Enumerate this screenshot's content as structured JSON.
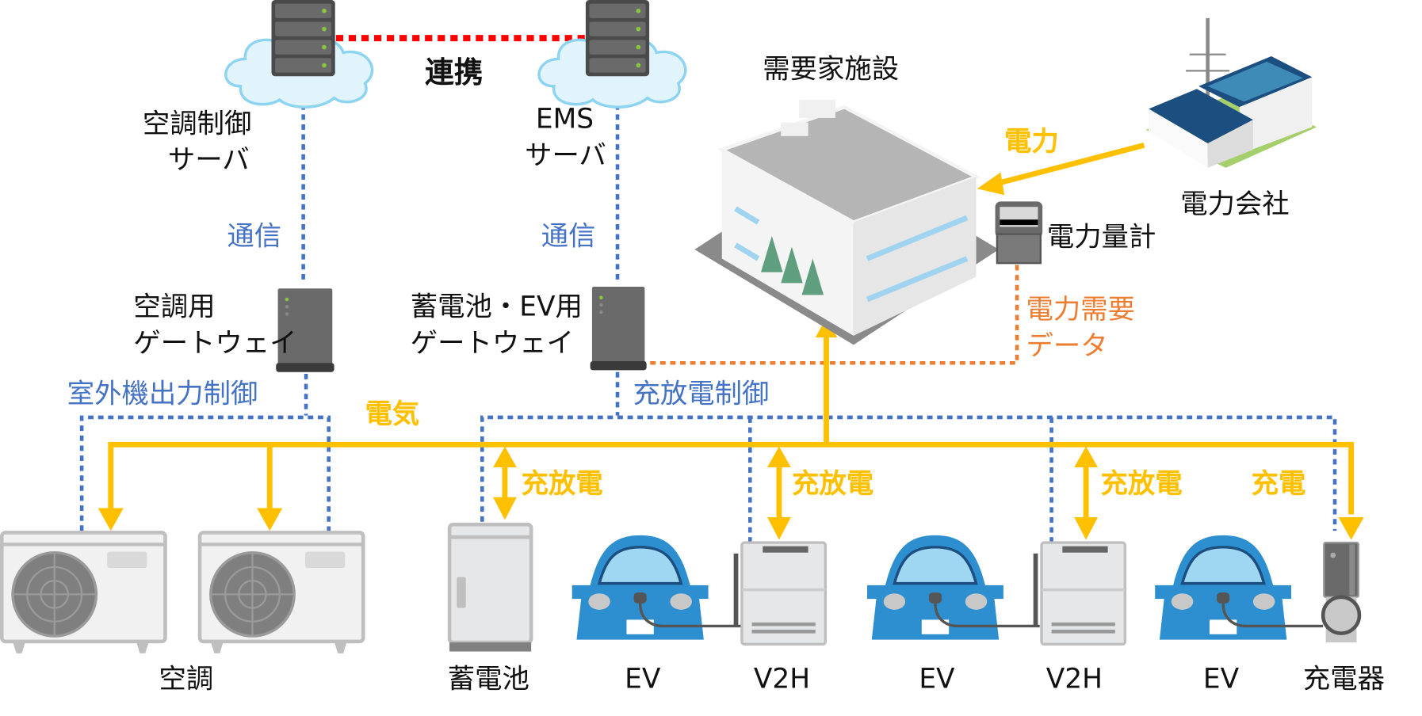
{
  "title": "需要家施設 EMS 連携構成図",
  "labels": {
    "collaboration": "連携",
    "ac_server_line1": "空調制御",
    "ac_server_line2": "サーバ",
    "ems_server_line1": "EMS",
    "ems_server_line2": "サーバ",
    "comm_left": "通信",
    "comm_right": "通信",
    "ac_gateway_line1": "空調用",
    "ac_gateway_line2": "ゲートウェイ",
    "bat_gateway_line1": "蓄電池・EV用",
    "bat_gateway_line2": "ゲートウェイ",
    "outdoor_control": "室外機出力制御",
    "charge_control": "充放電制御",
    "electricity": "電気",
    "facility": "需要家施設",
    "power": "電力",
    "power_company": "電力会社",
    "power_meter": "電力量計",
    "demand_data_line1": "電力需要",
    "demand_data_line2": "データ",
    "charge_discharge_1": "充放電",
    "charge_discharge_2": "充放電",
    "charge_discharge_3": "充放電",
    "charge": "充電"
  },
  "devices": [
    {
      "label": "空調"
    },
    {
      "label": "蓄電池"
    },
    {
      "label": "EV"
    },
    {
      "label": "V2H"
    },
    {
      "label": "EV"
    },
    {
      "label": "V2H"
    },
    {
      "label": "EV"
    },
    {
      "label": "充電器"
    }
  ],
  "colors": {
    "communication": "#4472C4",
    "electricity": "#FFC000",
    "collaboration": "#FF0000",
    "demand_data": "#ED7D31",
    "cloud": "#E1F3FB",
    "cloud_stroke": "#8DD3F2",
    "server": "#5A5A5A",
    "car": "#2E8FD0"
  }
}
